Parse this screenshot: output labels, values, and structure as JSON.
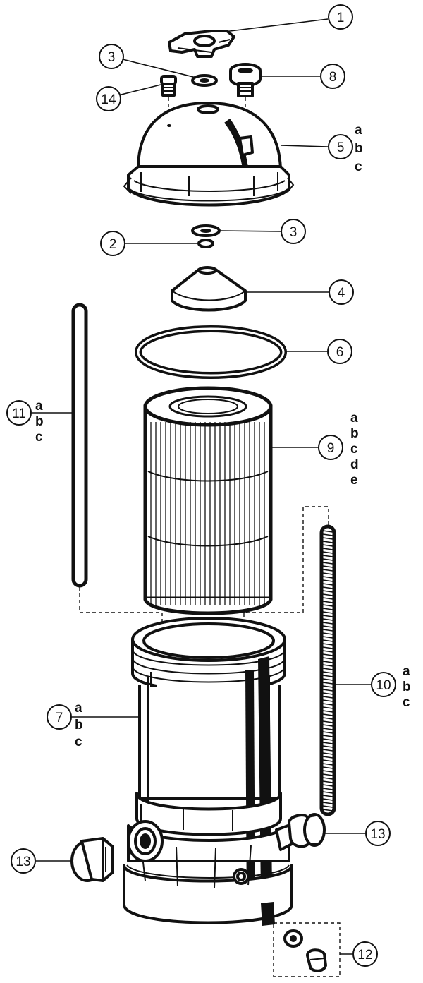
{
  "callouts": [
    {
      "num": "1"
    },
    {
      "num": "3"
    },
    {
      "num": "14"
    },
    {
      "num": "8"
    },
    {
      "num": "5",
      "variants": [
        "a",
        "b",
        "c"
      ]
    },
    {
      "num": "2"
    },
    {
      "num": "3"
    },
    {
      "num": "4"
    },
    {
      "num": "6"
    },
    {
      "num": "11",
      "variants": [
        "a",
        "b",
        "c"
      ]
    },
    {
      "num": "9",
      "variants": [
        "a",
        "b",
        "c",
        "d",
        "e"
      ]
    },
    {
      "num": "10",
      "variants": [
        "a",
        "b",
        "c"
      ]
    },
    {
      "num": "7",
      "variants": [
        "a",
        "b",
        "c"
      ]
    },
    {
      "num": "13"
    },
    {
      "num": "13"
    },
    {
      "num": "12"
    }
  ],
  "icons": [
    "knob-icon",
    "washer-icon",
    "drain-plug-icon",
    "pressure-gauge-icon",
    "dome-lid-icon",
    "o-ring-icon",
    "cone-cap-icon",
    "cartridge-icon",
    "tie-rod-icon",
    "tank-body-icon",
    "port-cap-icon",
    "plug-kit-icon"
  ],
  "colors": {
    "ink": "#111111",
    "paper": "#ffffff"
  }
}
